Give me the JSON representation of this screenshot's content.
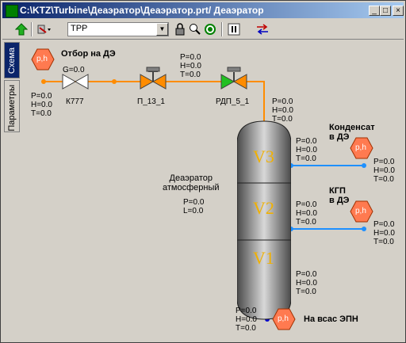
{
  "window": {
    "title": "C:\\KTZ\\Turbine\\Деаэратор\\Деаэратор.prt/ Деаэратор",
    "controls": [
      "_",
      "□",
      "×"
    ]
  },
  "toolbar": {
    "combo_value": "TPP",
    "icons": [
      "green-up-arrow-icon",
      "tool-dropdown-icon",
      "lock-icon",
      "search-icon",
      "target-icon",
      "pause-icon",
      "arrows-icon"
    ]
  },
  "tabs": [
    "Схема",
    "Параметры"
  ],
  "colors": {
    "pipe_orange": "#ff8c00",
    "pipe_blue": "#1e90ff",
    "valve_green": "#22c022",
    "tag": "#ff7a50",
    "vlabel": "#f0b000"
  },
  "diagram": {
    "top_title": "Отбор на ДЭ",
    "tag_label": "p,h",
    "inlet_vals": "P=0.0\nH=0.0\nT=0.0",
    "g_label": "G=0.0",
    "valve1": "К777",
    "valve2": "П_13_1",
    "valve3": "РДП_5_1",
    "mid_vals": "P=0.0\nH=0.0\nT=0.0",
    "tank_top_vals": "P=0.0\nH=0.0\nT=0.0",
    "deaerator_title": "Деаэратор\nатмосферный",
    "deaerator_vals": "P=0.0\nL=0.0",
    "v3": "V3",
    "v2": "V2",
    "v1": "V1",
    "v3_vals": "P=0.0\nH=0.0\nT=0.0",
    "v2_vals": "P=0.0\nH=0.0\nT=0.0",
    "v1_vals": "P=0.0\nH=0.0\nT=0.0",
    "condensate_title": "Конденсат\nв ДЭ",
    "condensate_vals": "P=0.0\nH=0.0\nT=0.0",
    "kgp_title": "КГП\nв ДЭ",
    "kgp_vals": "P=0.0\nH=0.0\nT=0.0",
    "pump_title": "На всас ЭПН",
    "pump_vals": "P=0.0\nH=0.0\nT=0.0"
  }
}
